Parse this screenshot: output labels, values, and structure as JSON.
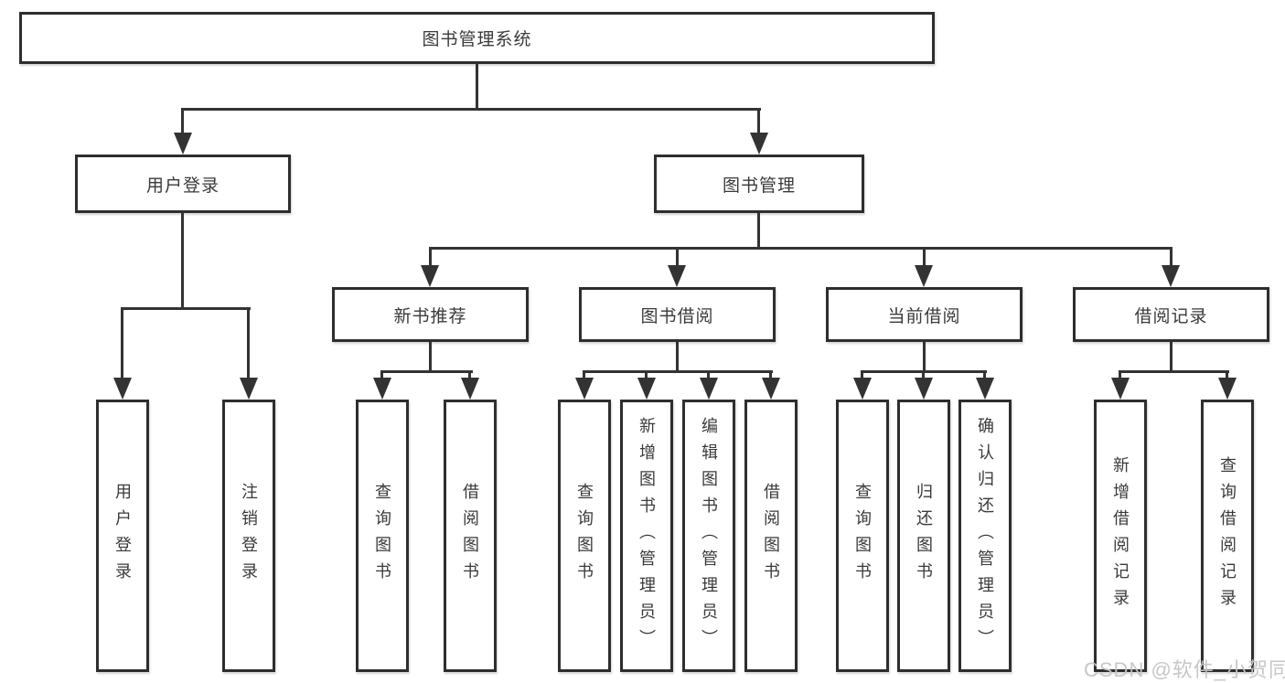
{
  "tree": {
    "root": {
      "label": "图书管理系统"
    },
    "branches": [
      {
        "label": "用户登录",
        "children": [
          "用户登录",
          "注销登录"
        ]
      },
      {
        "label": "图书管理",
        "groups": [
          {
            "label": "新书推荐",
            "children": [
              "查询图书",
              "借阅图书"
            ]
          },
          {
            "label": "图书借阅",
            "children": [
              "查询图书",
              "新增图书（管理员）",
              "编辑图书（管理员）",
              "借阅图书"
            ]
          },
          {
            "label": "当前借阅",
            "children": [
              "查询图书",
              "归还图书",
              "确认归还（管理员）"
            ]
          },
          {
            "label": "借阅记录",
            "children": [
              "新增借阅记录",
              "查询借阅记录"
            ]
          }
        ]
      }
    ]
  },
  "watermark": {
    "text": "CSDN @软件_小贺同学"
  },
  "colors": {
    "box_border": "#2e2e2e",
    "connector": "#333333",
    "text": "#3a3a3a",
    "watermark": "#c4c4c4",
    "background": "#ffffff"
  }
}
